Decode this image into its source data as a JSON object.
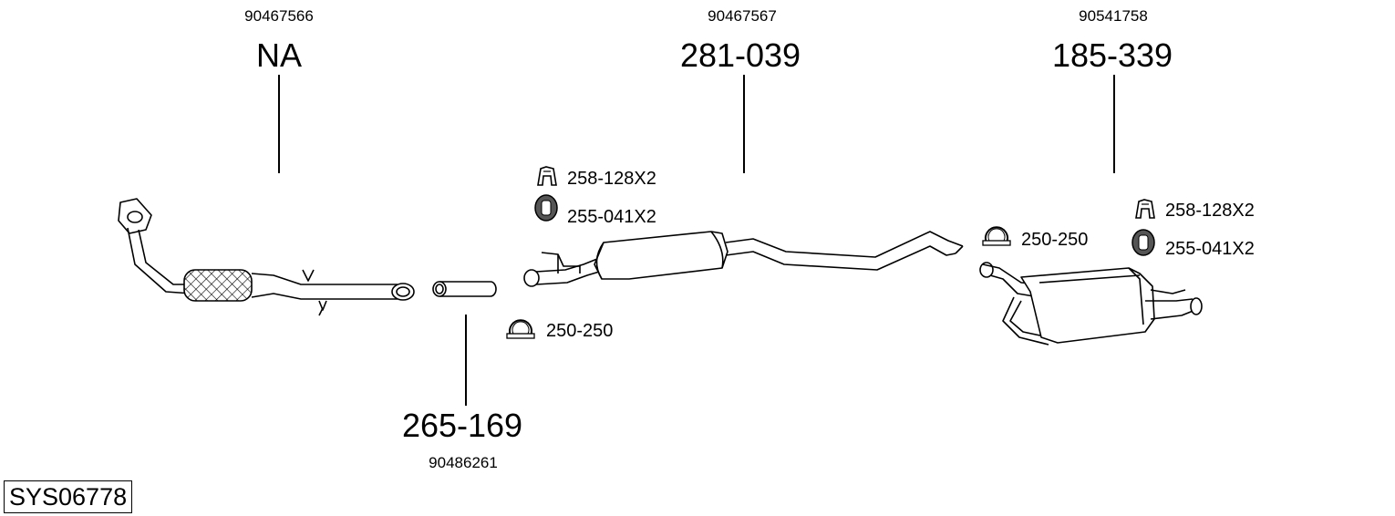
{
  "system_code": "SYS06778",
  "sections": [
    {
      "id": "front",
      "oem": "90467566",
      "part": "NA"
    },
    {
      "id": "middle",
      "oem": "90467567",
      "part": "281-039"
    },
    {
      "id": "rear",
      "oem": "90541758",
      "part": "185-339"
    },
    {
      "id": "connector",
      "oem": "90486261",
      "part": "265-169"
    }
  ],
  "accessories": {
    "middle_mount": "258-128X2",
    "middle_ring": "255-041X2",
    "connector_clamp": "250-250",
    "rear_clamp": "250-250",
    "rear_mount": "258-128X2",
    "rear_ring": "255-041X2"
  },
  "icons": [
    "rubber-mount-icon",
    "rubber-ring-icon",
    "clamp-icon"
  ]
}
